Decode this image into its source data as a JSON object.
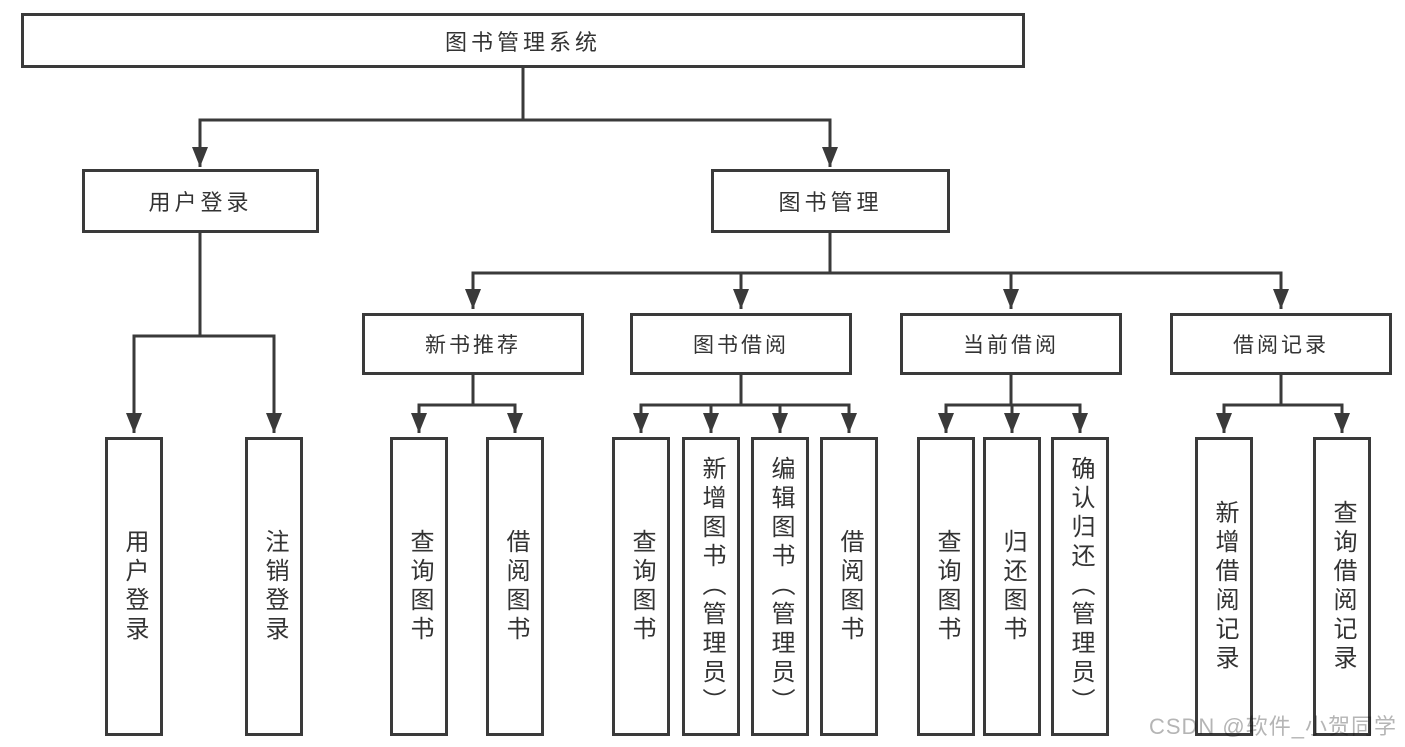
{
  "nodes": {
    "root": "图书管理系统",
    "user_login": "用户登录",
    "book_mgmt": "图书管理",
    "new_books": "新书推荐",
    "book_borrow": "图书借阅",
    "current_borrow": "当前借阅",
    "borrow_records": "借阅记录",
    "ul_login": "用户登录",
    "ul_logout": "注销登录",
    "nb_query": "查询图书",
    "nb_borrow": "借阅图书",
    "bb_query": "查询图书",
    "bb_add": "新增图书（管理员）",
    "bb_edit": "编辑图书（管理员）",
    "bb_borrow": "借阅图书",
    "cb_query": "查询图书",
    "cb_return": "归还图书",
    "cb_confirm": "确认归还（管理员）",
    "br_add": "新增借阅记录",
    "br_query": "查询借阅记录"
  },
  "watermark": "CSDN @软件_小贺同学",
  "colors": {
    "line": "#3a3a3a",
    "text": "#333333",
    "watermark": "#b5b5b5",
    "background": "#ffffff"
  }
}
